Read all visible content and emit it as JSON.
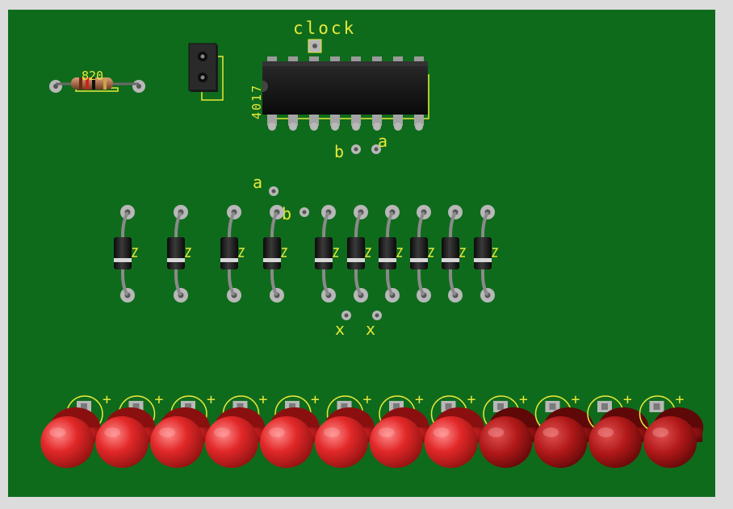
{
  "colors": {
    "board": "#0f6b1c",
    "silkscreen": "#e8e83a",
    "pad": "#b8b8b8",
    "chip": "#141414",
    "led": "#e02a2a",
    "led_dark": "#8a1414"
  },
  "labels": {
    "clock": "clock",
    "ic": "4017",
    "resistor": "820",
    "a_top": "a",
    "b_top": "b",
    "a_mid": "a",
    "b_mid": "b",
    "x_left": "x",
    "x_right": "x",
    "plus": "+"
  },
  "counts": {
    "ic_pins_per_side": 8,
    "diodes": 10,
    "leds": 12
  },
  "icons": {
    "header": "two-pin-header-icon",
    "resistor": "resistor-icon",
    "chip": "dip-chip-icon",
    "diode": "diode-icon",
    "led": "led-icon"
  }
}
